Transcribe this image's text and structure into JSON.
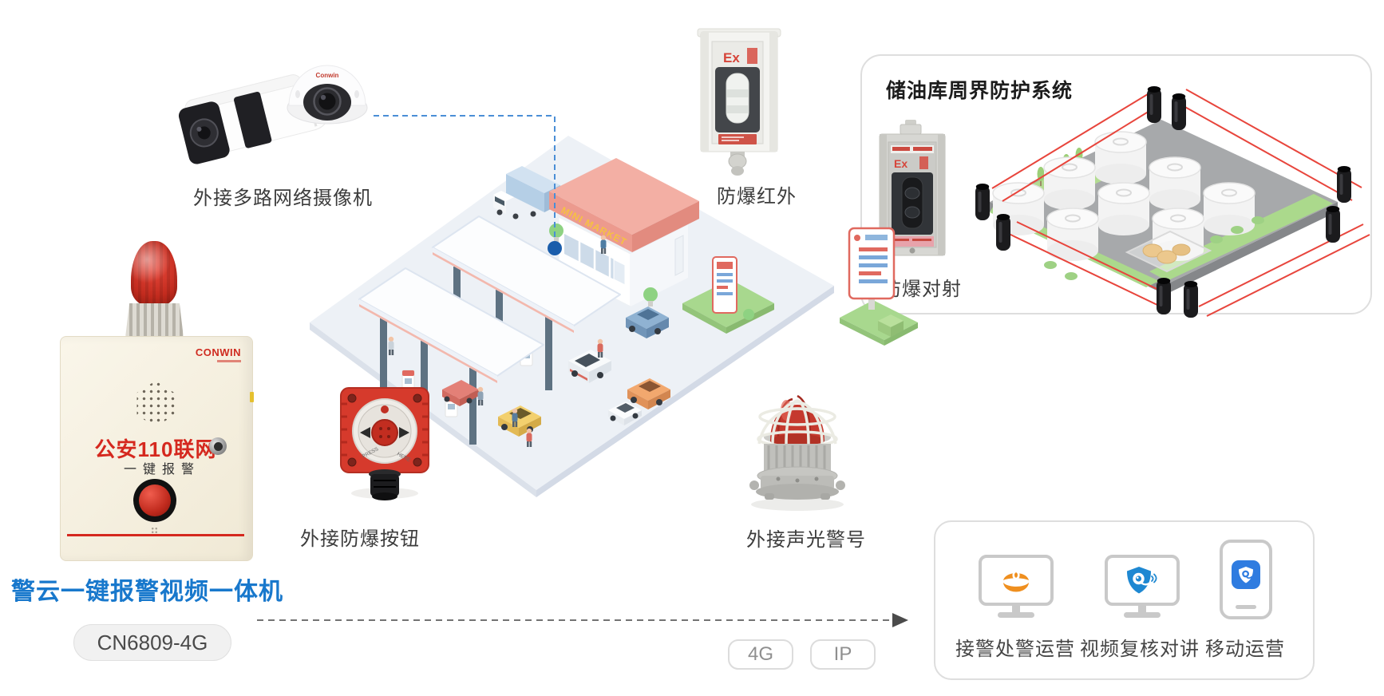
{
  "camera": {
    "label": "外接多路网络摄像机",
    "brand": "Conwin"
  },
  "host": {
    "brand": "CONWIN",
    "line1": "公安110联网",
    "line2": "一键报警",
    "title": "警云一键报警视频一体机",
    "model": "CN6809-4G"
  },
  "ext_button": {
    "label": "外接防爆按钮",
    "press": "PRESS",
    "here": "HERE"
  },
  "siren": {
    "label": "外接声光警号"
  },
  "infrared": {
    "label": "防爆红外",
    "ex": "Ex"
  },
  "station": {
    "market_sign": "MINI MARKET"
  },
  "perimeter": {
    "title": "储油库周界防护系统",
    "beam_label": "防爆对射",
    "ex": "Ex"
  },
  "network": {
    "pills": [
      "4G",
      "IP"
    ]
  },
  "services": {
    "items": [
      {
        "label": "接警处警运营",
        "icon": "police-hat-icon"
      },
      {
        "label": "视频复核对讲",
        "icon": "shield-cloud-icon"
      },
      {
        "label": "移动运营",
        "icon": "mobile-app-icon"
      }
    ]
  },
  "colors": {
    "accent_blue": "#1878cc",
    "alarm_red": "#d5281e",
    "beam_red": "#e8453c",
    "service_orange": "#ef8f1f",
    "service_blue": "#1e88d2",
    "app_blue": "#2f7ce0",
    "panel_border": "#dddddd"
  }
}
